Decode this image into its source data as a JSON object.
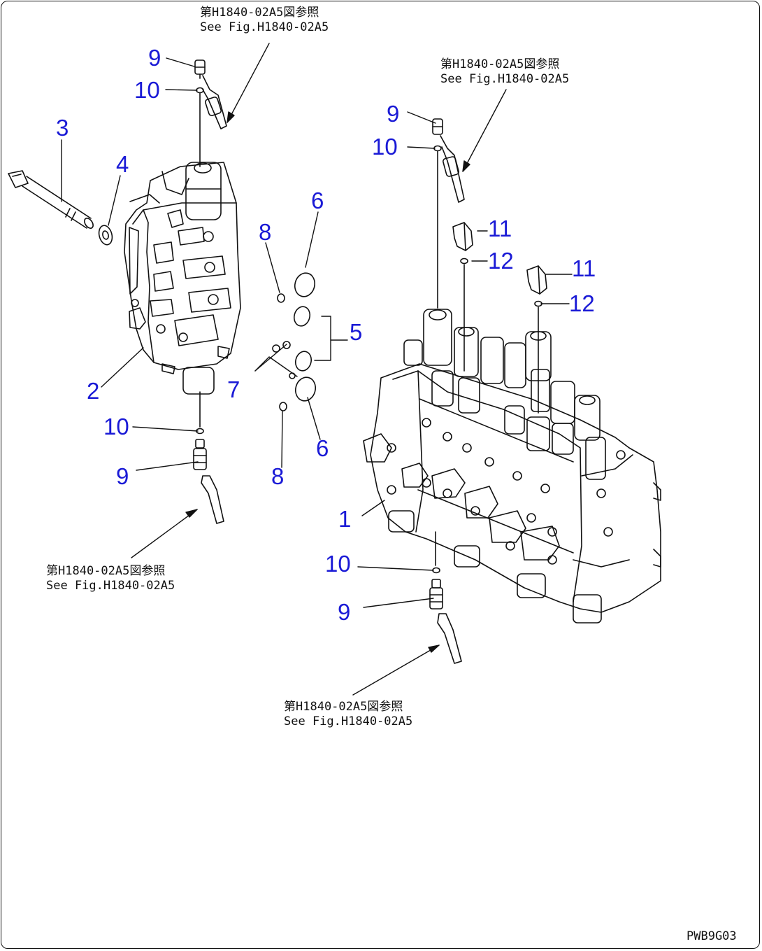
{
  "references": {
    "top_left": {
      "line1": "第H1840-02A5図参照",
      "line2": "See Fig.H1840-02A5"
    },
    "top_right": {
      "line1": "第H1840-02A5図参照",
      "line2": "See Fig.H1840-02A5"
    },
    "bottom_left": {
      "line1": "第H1840-02A5図参照",
      "line2": "See Fig.H1840-02A5"
    },
    "bottom_right": {
      "line1": "第H1840-02A5図参照",
      "line2": "See Fig.H1840-02A5"
    }
  },
  "callouts": {
    "c1": "1",
    "c2": "2",
    "c3": "3",
    "c4": "4",
    "c5": "5",
    "c6a": "6",
    "c6b": "6",
    "c7": "7",
    "c8a": "8",
    "c8b": "8",
    "c9a": "9",
    "c9b": "9",
    "c9c": "9",
    "c9d": "9",
    "c10a": "10",
    "c10b": "10",
    "c10c": "10",
    "c10d": "10",
    "c11a": "11",
    "c11b": "11",
    "c12a": "12",
    "c12b": "12"
  },
  "drawing_code": "PWB9G03",
  "colors": {
    "callout": "#1a1ad6",
    "line": "#111111",
    "background": "#ffffff"
  }
}
